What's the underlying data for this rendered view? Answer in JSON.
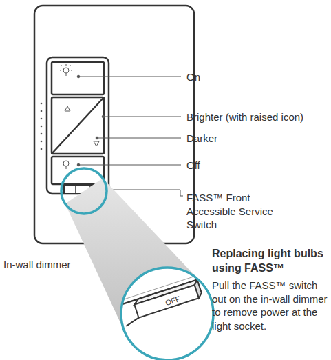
{
  "diagram": {
    "labels": [
      "On",
      "Brighter (with raised icon)",
      "Darker",
      "Off",
      "FASS™ Front Accessible Service Switch",
      "In-wall dimmer",
      "OFF",
      "Replacing light bulbs using FASS™",
      "Pull the FASS™ switch out on the in-wall dimmer to remove power at the light socket."
    ]
  }
}
